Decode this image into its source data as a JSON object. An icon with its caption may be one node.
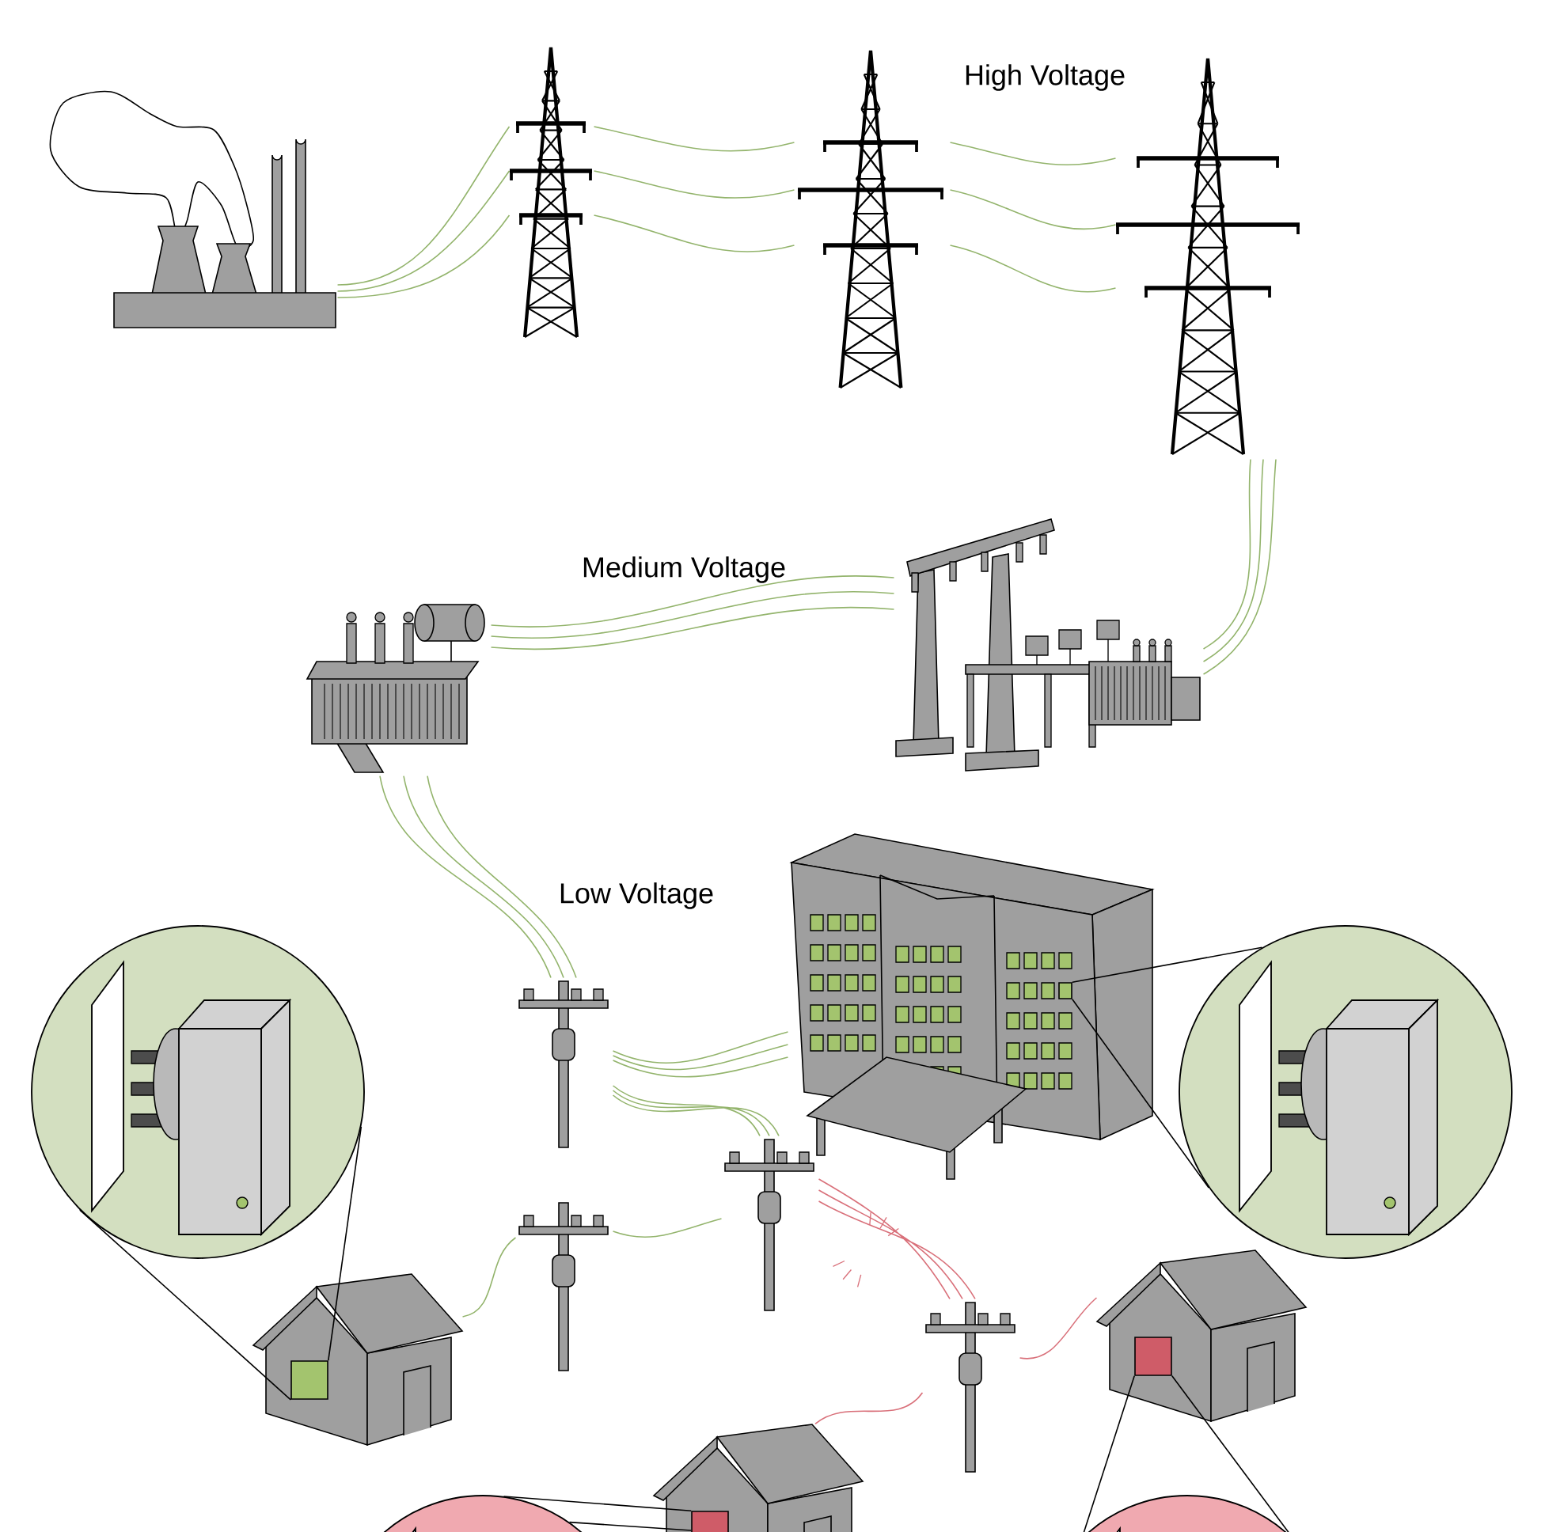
{
  "diagram": {
    "nodes": [
      {
        "text": [],
        "shape": "picture"
      },
      {
        "text": [],
        "shape": "picture"
      },
      {
        "text": [],
        "shape": "picture"
      },
      {
        "text": [],
        "shape": "picture"
      },
      {
        "text": [],
        "shape": "picture"
      },
      {
        "text": [],
        "shape": "picture"
      },
      {
        "text": [],
        "shape": "picture"
      },
      {
        "text": [],
        "shape": "picture"
      },
      {
        "text": [],
        "shape": "box",
        "in": 7
      },
      {
        "text": [],
        "shape": "picture"
      },
      {
        "text": [],
        "shape": "picture"
      },
      {
        "text": [],
        "shape": "picture"
      },
      {
        "text": [],
        "shape": "box",
        "in": 11
      },
      {
        "text": [],
        "shape": "picture"
      },
      {
        "text": [],
        "shape": "picture"
      },
      {
        "text": [],
        "shape": "box",
        "in": 14
      },
      {
        "text": [],
        "shape": "picture"
      },
      {
        "text": [],
        "shape": "box",
        "in": 16
      },
      {
        "text": [],
        "shape": "circle"
      },
      {
        "text": [],
        "shape": "circle"
      },
      {
        "text": [],
        "shape": "circle"
      },
      {
        "text": [],
        "shape": "circle"
      }
    ],
    "edges": [
      {
        "from": 0,
        "to": 1,
        "arrow": "none"
      },
      {
        "from": 1,
        "to": 2,
        "arrow": "none"
      },
      {
        "from": 2,
        "to": 3,
        "arrow": "none"
      },
      {
        "from": 3,
        "to": 4,
        "arrow": "none"
      },
      {
        "from": 4,
        "to": 5,
        "arrow": "none"
      },
      {
        "from": 5,
        "to": 6,
        "arrow": "none"
      },
      {
        "from": 6,
        "to": 7,
        "arrow": "none"
      },
      {
        "from": 6,
        "to": 9,
        "arrow": "none"
      },
      {
        "from": 9,
        "to": 10,
        "arrow": "none"
      },
      {
        "from": 10,
        "to": 11,
        "arrow": "none"
      },
      {
        "from": 9,
        "to": 13,
        "arrow": "none",
        "color": "#d9707a"
      },
      {
        "from": 13,
        "to": 14,
        "arrow": "none",
        "color": "#d9707a"
      },
      {
        "from": 13,
        "to": 16,
        "arrow": "none",
        "color": "#d9707a"
      },
      {
        "from": 18,
        "to": 12,
        "arrow": "none",
        "color": "#000000"
      },
      {
        "from": 18,
        "to": 12,
        "arrow": "none",
        "color": "#000000"
      },
      {
        "from": 19,
        "to": 8,
        "arrow": "none",
        "color": "#000000"
      },
      {
        "from": 19,
        "to": 8,
        "arrow": "none",
        "color": "#000000"
      },
      {
        "from": 20,
        "to": 17,
        "arrow": "none",
        "color": "#000000"
      },
      {
        "from": 20,
        "to": 17,
        "arrow": "none",
        "color": "#000000"
      },
      {
        "from": 21,
        "to": 15,
        "arrow": "none",
        "color": "#000000"
      },
      {
        "from": 21,
        "to": 15,
        "arrow": "none",
        "color": "#000000"
      }
    ],
    "labels": [
      "High Voltage",
      "Medium Voltage",
      "Low Voltage"
    ]
  }
}
